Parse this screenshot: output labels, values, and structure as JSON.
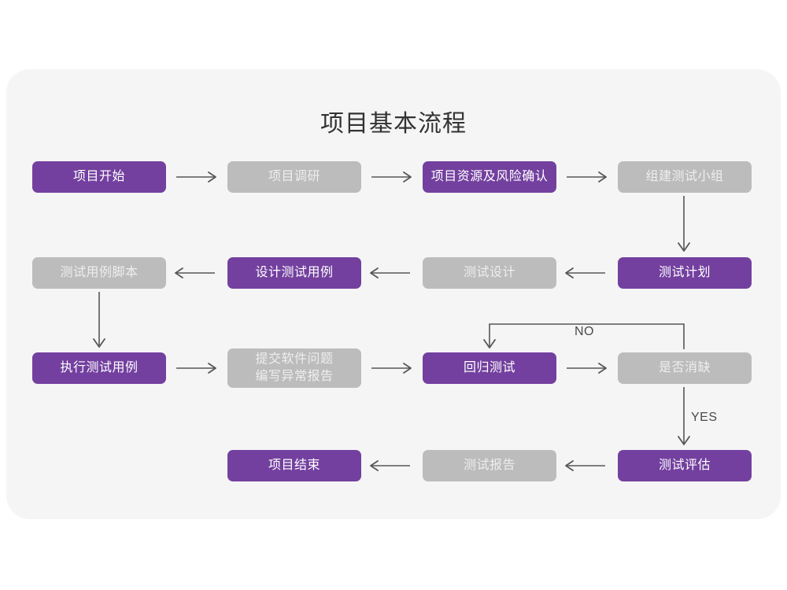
{
  "diagram": {
    "title": "项目基本流程",
    "panel_color": "#f5f5f5",
    "page_background": "#ffffff",
    "accent_purple": "#73409f",
    "muted_gray": "#bcbcbc",
    "connector_color": "#575757",
    "nodes": [
      {
        "id": "n1",
        "label": "项目开始",
        "style": "purple"
      },
      {
        "id": "n2",
        "label": "项目调研",
        "style": "gray"
      },
      {
        "id": "n3",
        "label": "项目资源及风险确认",
        "style": "purple"
      },
      {
        "id": "n4",
        "label": "组建测试小组",
        "style": "gray"
      },
      {
        "id": "n5",
        "label": "测试计划",
        "style": "purple"
      },
      {
        "id": "n6",
        "label": "测试设计",
        "style": "gray"
      },
      {
        "id": "n7",
        "label": "设计测试用例",
        "style": "purple"
      },
      {
        "id": "n8",
        "label": "测试用例脚本",
        "style": "gray"
      },
      {
        "id": "n9",
        "label": "执行测试用例",
        "style": "purple"
      },
      {
        "id": "n10",
        "label": "提交软件问题\n编写异常报告",
        "style": "gray"
      },
      {
        "id": "n11",
        "label": "回归测试",
        "style": "purple"
      },
      {
        "id": "n12",
        "label": "是否消缺",
        "style": "gray"
      },
      {
        "id": "n13",
        "label": "测试评估",
        "style": "purple"
      },
      {
        "id": "n14",
        "label": "测试报告",
        "style": "gray"
      },
      {
        "id": "n15",
        "label": "项目结束",
        "style": "purple"
      }
    ],
    "branch_labels": {
      "no": "NO",
      "yes": "YES"
    }
  }
}
